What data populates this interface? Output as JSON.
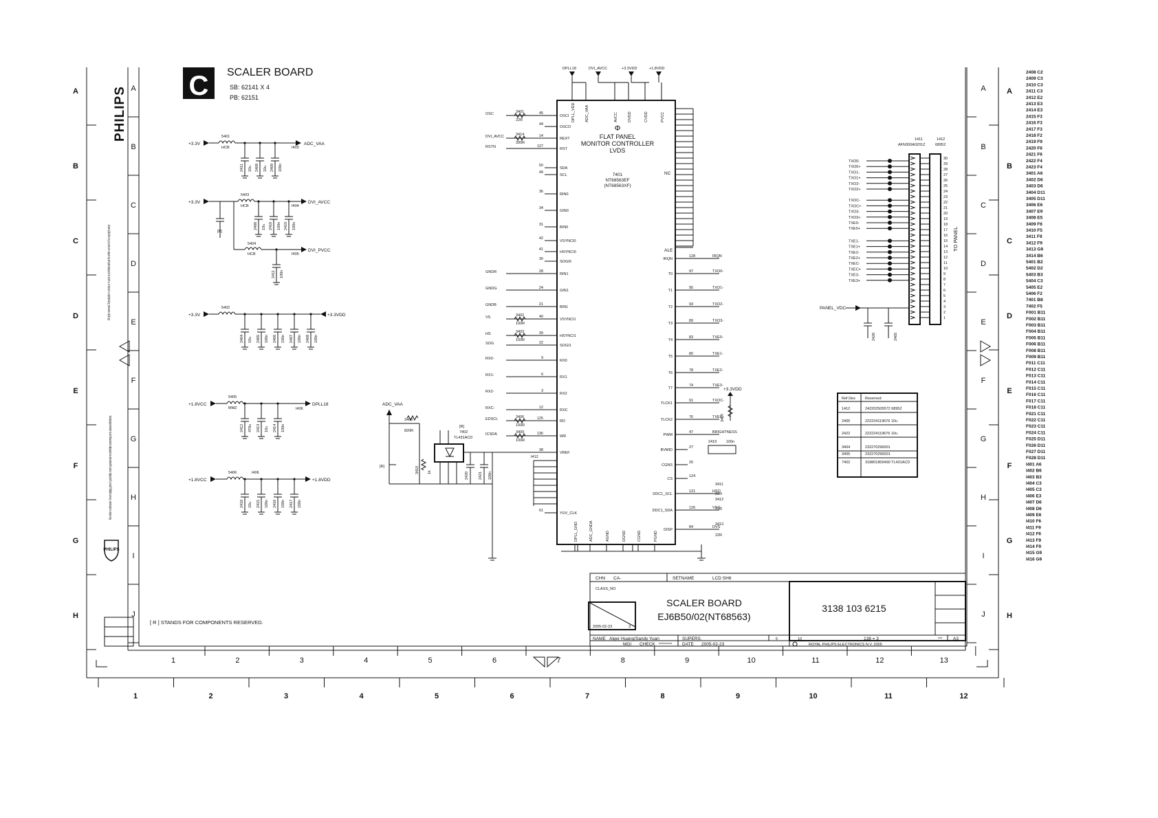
{
  "sheet": {
    "code": "C",
    "title": "SCALER BOARD",
    "sb": "SB: 62141 X 4",
    "pb": "PB: 62151",
    "brand": "PHILIPS",
    "reserved_note": "[ R ]  STANDS  FOR COMPONENTS  RESERVED."
  },
  "legal": {
    "copyright_en": "All rights reserved. Reproduction in whole or in parts is prohibited without the written consent of the copyright owner.",
    "copyright_nl": "Alle rechten voorbehouden. Verveelvoudiging, geheel of gedeeltelijk, is niet toegestaan dan met schriftelijke toestemming van de auteursrechthebbende."
  },
  "borders": {
    "outer_rows": [
      "A",
      "B",
      "C",
      "D",
      "E",
      "F",
      "G",
      "H"
    ],
    "inner_rows": [
      "A",
      "B",
      "C",
      "D",
      "E",
      "F",
      "G",
      "H",
      "I",
      "J"
    ],
    "outer_cols": [
      "1",
      "2",
      "3",
      "4",
      "5",
      "6",
      "7",
      "8",
      "9",
      "10",
      "11",
      "12"
    ],
    "inner_cols": [
      "1",
      "2",
      "3",
      "4",
      "5",
      "6",
      "7",
      "8",
      "9",
      "10",
      "11",
      "12",
      "13"
    ]
  },
  "power": {
    "b1": {
      "in": "+3.3V",
      "coil": "5401",
      "type": "HCB",
      "out": "ADC_VAA",
      "node": "I403",
      "caps": [
        "2411",
        "2408",
        "2409"
      ],
      "vals": [
        "10u",
        "10u",
        "100n"
      ]
    },
    "b2": {
      "in": "+3.3V",
      "coil": "5403",
      "type": "HCB",
      "out": "DVI_AVCC",
      "node": "I404",
      "caps": [
        "2406",
        "2410",
        "2410"
      ],
      "vals": [
        "10u",
        "100n",
        "100n"
      ]
    },
    "b3": {
      "coil": "5404",
      "type": "HCB",
      "out": "DVI_PVCC",
      "node": "I405",
      "caps": [
        "2411"
      ],
      "vals": [
        "100n"
      ]
    },
    "b4": {
      "in": "+3.3V",
      "coil": "5402",
      "out": "+3.3VDD",
      "caps": [
        "2404",
        "2405",
        "2406",
        "2407",
        "2408"
      ],
      "vals": [
        "10u",
        "100n",
        "100n",
        "100n",
        "100n"
      ]
    },
    "b5": {
      "in": "+1.8VCC",
      "coil": "5405",
      "type": "MMZ",
      "out": "DPLL18",
      "node": "I406",
      "caps": [
        "2412",
        "2413",
        "2414"
      ],
      "vals": [
        "470u",
        "10u",
        "100n"
      ]
    },
    "b6": {
      "in": "+1.8VCC",
      "coil": "5406",
      "out": "+1.8VDD",
      "node": "I406",
      "caps": [
        "2418",
        "2415",
        "2416",
        "2417"
      ],
      "vals": [
        "10u",
        "100n",
        "100n",
        "100n"
      ]
    },
    "r_mark": "[R]"
  },
  "ic": {
    "ref": "7401",
    "part": "NT68563EF",
    "alt": "(NT68563XF)",
    "name1": "FLAT PANEL",
    "name2": "MONITOR CONTROLLER",
    "name3": "LVDS",
    "phi": "Φ",
    "top_nets": [
      "DPLL18",
      "DVI_AVCC",
      "+3.3VDD",
      "+1.8VDD"
    ],
    "top_pins": [
      "DPLL_VDD",
      "ADC_VAA",
      "AVCC",
      "DVDD",
      "CVDD",
      "PVCC"
    ],
    "bottom_pins": [
      "DPLL_GND",
      "ADC_GNDA",
      "AGND",
      "DGND",
      "CGND",
      "PGND"
    ],
    "nc_label": "NC",
    "ale_label": "ALE"
  },
  "ic_left": [
    {
      "net": "OSC",
      "r": "3401",
      "v": "22R",
      "pin": "45",
      "name": "OSCI"
    },
    {
      "net": "",
      "r": "",
      "v": "",
      "pin": "44",
      "name": "OSCO"
    },
    {
      "net": "DVI_AVCC",
      "r": "3414",
      "v": "390R",
      "pin": "14",
      "name": "REXT"
    },
    {
      "net": "RSTN",
      "r": "",
      "v": "",
      "pin": "127",
      "name": "RST"
    },
    {
      "net": "",
      "r": "",
      "v": "",
      "pin": "50",
      "name": "SDA"
    },
    {
      "net": "",
      "r": "",
      "v": "",
      "pin": "49",
      "name": "SCL"
    },
    {
      "net": "",
      "r": "",
      "v": "",
      "pin": "36",
      "name": "RIN0"
    },
    {
      "net": "",
      "r": "",
      "v": "",
      "pin": "34",
      "name": "GIN0"
    },
    {
      "net": "",
      "r": "",
      "v": "",
      "pin": "31",
      "name": "BIN0"
    },
    {
      "net": "",
      "r": "",
      "v": "",
      "pin": "42",
      "name": "VSYNCI0"
    },
    {
      "net": "",
      "r": "",
      "v": "",
      "pin": "41",
      "name": "HSYNCI0"
    },
    {
      "net": "",
      "r": "",
      "v": "",
      "pin": "30",
      "name": "SOGI0"
    },
    {
      "net": "GNDR",
      "r": "",
      "v": "",
      "pin": "28",
      "name": "RIN1"
    },
    {
      "net": "GNDG",
      "r": "",
      "v": "",
      "pin": "24",
      "name": "GIN1"
    },
    {
      "net": "GNDB",
      "r": "",
      "v": "",
      "pin": "21",
      "name": "BIN1"
    },
    {
      "net": "VS",
      "r": "3402",
      "v": "100R",
      "pin": "40",
      "name": "VSYNCI1"
    },
    {
      "net": "HS",
      "r": "3403",
      "v": "100R",
      "pin": "39",
      "name": "HSYNCI1"
    },
    {
      "net": "SOG",
      "r": "",
      "v": "",
      "pin": "22",
      "name": "SOGI1"
    },
    {
      "net": "RX0-",
      "r": "",
      "v": "",
      "pin": "9",
      "name": "RX0"
    },
    {
      "net": "RX1-",
      "r": "",
      "v": "",
      "pin": "6",
      "name": "RX1"
    },
    {
      "net": "RX2-",
      "r": "",
      "v": "",
      "pin": "3",
      "name": "RX2"
    },
    {
      "net": "RXC-",
      "r": "",
      "v": "",
      "pin": "12",
      "name": "RXC"
    },
    {
      "net": "EDSCL",
      "r": "3406",
      "v": "100R",
      "pin": "125",
      "name": "RD"
    },
    {
      "net": "ICSDA",
      "r": "3409",
      "v": "100R",
      "pin": "136",
      "name": "WR"
    },
    {
      "net": "",
      "r": "",
      "v": "",
      "pin": "38",
      "name": "VREF"
    },
    {
      "net": "",
      "r": "",
      "v": "",
      "pin": "61",
      "name": "YUV_CLK"
    }
  ],
  "ic_right": [
    {
      "name": "IRQN",
      "pin": "128",
      "net": "IRQN"
    },
    {
      "name": "T0",
      "pin": "97",
      "net": "TXO0-"
    },
    {
      "name": "T1",
      "pin": "95",
      "net": "TXO1-"
    },
    {
      "name": "T2",
      "pin": "93",
      "net": "TXO2-"
    },
    {
      "name": "T3",
      "pin": "89",
      "net": "TXO3-"
    },
    {
      "name": "T4",
      "pin": "83",
      "net": "TXE0-"
    },
    {
      "name": "T5",
      "pin": "80",
      "net": "TXE1-"
    },
    {
      "name": "T6",
      "pin": "78",
      "net": "TXE2-"
    },
    {
      "name": "T7",
      "pin": "74",
      "net": "TXE3-"
    },
    {
      "name": "TLCK1",
      "pin": "91",
      "net": "TXOC-"
    },
    {
      "name": "TLCK2",
      "pin": "76",
      "net": "TXEC-"
    },
    {
      "name": "PWM",
      "pin": "47",
      "net": "BRIGHTNESS"
    },
    {
      "name": "BVMID",
      "pin": "27",
      "net": ""
    },
    {
      "name": "CGNS",
      "pin": "20",
      "net": ""
    },
    {
      "name": "CS",
      "pin": "124",
      "net": ""
    },
    {
      "name": "DDC1_SCL",
      "pin": "121",
      "net": "HSO"
    },
    {
      "name": "DDC1_SDA",
      "pin": "126",
      "net": "VSO"
    },
    {
      "name": "DISP",
      "pin": "84",
      "net": "DVS"
    }
  ],
  "ic_right_extra": {
    "r3411": "3411",
    "r3411v": "22R",
    "r3412": "3412",
    "r3412v": "22R",
    "r3413": "3413",
    "r3413v": "22R",
    "c2419": "2419",
    "c2419v": "100n",
    "vdd": "+3.3VDD",
    "r3407": "3407"
  },
  "ref_circuit": {
    "ic": "7402",
    "part": "TL431ACD",
    "r_mark": "[R]",
    "net": "ADC_VAA",
    "r1": "3408",
    "r1v": "820R",
    "r2": "3410",
    "r2v": "1k",
    "c1": "2420",
    "c1v": "10u",
    "c2": "2421",
    "c2v": "100n",
    "node": "I412"
  },
  "connector": {
    "ref1": "1411",
    "part1": "AFN300A0201Z",
    "ref2": "1412",
    "part2": "68952",
    "to_panel": "TO PANEL",
    "panel_vdd": "PANEL_VDC",
    "signals": [
      "TXO0-",
      "TXO0+",
      "TXO1-",
      "TXO1+",
      "TXO2-",
      "TXO2+",
      "TXOC-",
      "TXOC+",
      "TXO3-",
      "TXO3+",
      "TXE0-",
      "TXE0+",
      "TXE1-",
      "TXE1+",
      "TXE2-",
      "TXE2+",
      "TXEC-",
      "TXEC+",
      "TXE3-",
      "TXE3+"
    ],
    "pins": [
      "30",
      "29",
      "28",
      "27",
      "26",
      "25",
      "24",
      "23",
      "22",
      "21",
      "20",
      "19",
      "18",
      "17",
      "16",
      "15",
      "14",
      "13",
      "12",
      "11",
      "10",
      "9",
      "8",
      "7",
      "6",
      "5",
      "4",
      "3",
      "2",
      "1"
    ],
    "c_left": "2426",
    "c_right": "2405"
  },
  "reserved_table": {
    "headers": [
      "Ref Des",
      "Reserved"
    ],
    "rows": [
      [
        "1412",
        "242202505572 68952"
      ],
      [
        "2405",
        "222224119676 10u"
      ],
      [
        "2422",
        "222224119676 10u"
      ],
      [
        "3404",
        "232270296001"
      ],
      [
        "3405",
        "232270296001"
      ],
      [
        "7402",
        "318801800490 TL431ACD"
      ]
    ]
  },
  "title_block": {
    "chn": "CHN",
    "ca": "CA-",
    "setname_label": "SETNAME",
    "setname": "LCD SH6",
    "class_label": "CLASS_NO",
    "date_small": "2005-02-23",
    "a": "3",
    "title1": "SCALER BOARD",
    "title2": "EJ6B50/02(NT68563)",
    "doc_no": "3138 103 6215",
    "name_label": "NAME",
    "name": "Alger Huang/Sandy Yuan",
    "supers": "SUPERS.",
    "mgr": "MGI",
    "check": "CHECK",
    "check_val": "*********",
    "date_label": "DATE",
    "date": "2005-02-23",
    "c5": "5",
    "c10": "10",
    "sheet": "138 = 3",
    "rev": "***",
    "size": "A3",
    "company": "ROYAL PHILIPS ELECTRONICS N.V. 2005"
  },
  "index_list": [
    "2408 C2",
    "2409 C3",
    "2410 C3",
    "2411 C3",
    "2412 E2",
    "2413 E3",
    "2414 E3",
    "2415 F3",
    "2416 F3",
    "2417 F3",
    "2418 F2",
    "2419 F9",
    "2420 F6",
    "2421 F6",
    "2422 F4",
    "2423 F4",
    "3401 A6",
    "3402 D6",
    "3403 D6",
    "3404 D11",
    "3405 D11",
    "3406 E6",
    "3407 E9",
    "3408 E5",
    "3409 F6",
    "3410 F5",
    "3411 F9",
    "3412 F9",
    "3413 G9",
    "3414 B6",
    "5401 B2",
    "5402 D2",
    "5403 B3",
    "5404 C3",
    "5405 E2",
    "5406 F2",
    "7401 B8",
    "7402 F5",
    "F001 B11",
    "F002 B11",
    "F003 B11",
    "F004 B11",
    "F005 B11",
    "F006 B11",
    "F008 B11",
    "F009 B11",
    "F011 C11",
    "F012 C11",
    "F013 C11",
    "F014 C11",
    "F015 C11",
    "F016 C11",
    "F017 C11",
    "F018 C11",
    "F021 C11",
    "F022 C11",
    "F023 C11",
    "F024 C11",
    "F025 D11",
    "F026 D11",
    "F027 D11",
    "F028 D11",
    "I401 A6",
    "I402 B6",
    "I403 B3",
    "I404 C3",
    "I405 C3",
    "I406 E3",
    "I407 D6",
    "I408 D6",
    "I409 E6",
    "I410 F6",
    "I411 F9",
    "I412 F6",
    "I413 F9",
    "I414 F9",
    "I415 G9",
    "I416 G9"
  ]
}
